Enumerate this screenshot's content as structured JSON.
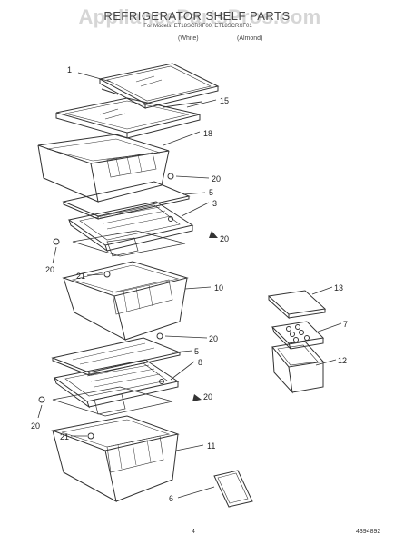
{
  "header": {
    "watermark": "AppliancePartsPros.com",
    "title": "REFRIGERATOR SHELF PARTS",
    "for_line": "For Models: ET18SCRXF00, ET18SCRXF01",
    "variant_white": "(White)",
    "variant_almond": "(Almond)"
  },
  "callouts": [
    "1",
    "15",
    "18",
    "20",
    "5",
    "3",
    "20",
    "20",
    "21",
    "10",
    "20",
    "5",
    "8",
    "20",
    "20",
    "21",
    "11",
    "6",
    "13",
    "7",
    "12"
  ],
  "footer": {
    "page_number": "4",
    "doc_number": "4394892"
  }
}
